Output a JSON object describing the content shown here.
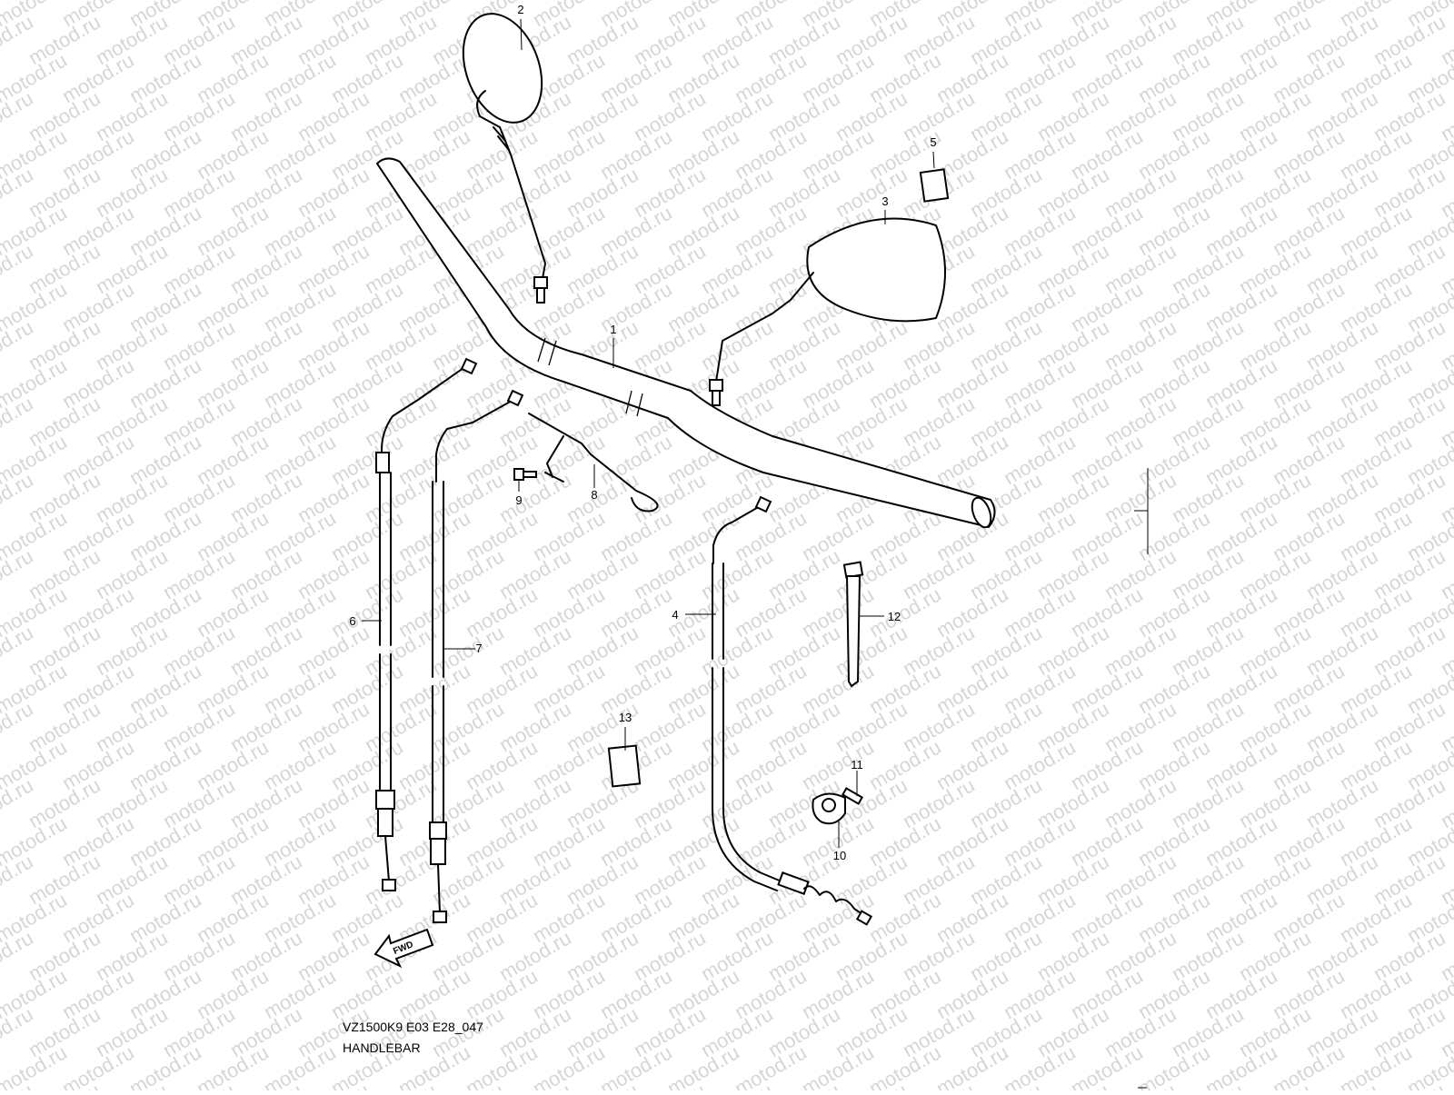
{
  "watermark": {
    "text": "motod.ru",
    "color": "#d6d6d6"
  },
  "diagram": {
    "model_code": "VZ1500K9 E03 E28_047",
    "title": "HANDLEBAR",
    "fwd_label": "FWD",
    "callouts": {
      "p1": "1",
      "p2": "2",
      "p3": "3",
      "p4": "4",
      "p5": "5",
      "p6": "6",
      "p7": "7",
      "p8": "8",
      "p9": "9",
      "p10": "10",
      "p11": "11",
      "p12": "12",
      "p13": "13"
    }
  }
}
